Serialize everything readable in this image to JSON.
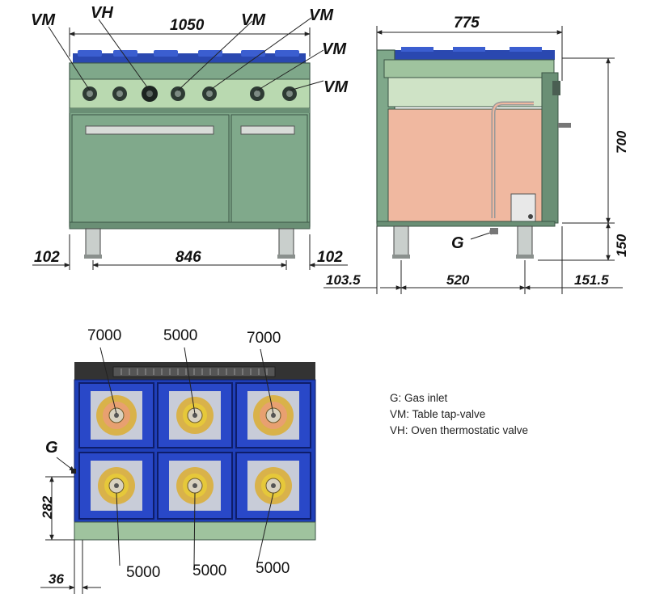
{
  "front_view": {
    "dimensions": {
      "width": "1050",
      "inner_width": "846",
      "left_offset": "102",
      "right_offset": "102"
    },
    "labels": [
      "VM",
      "VH",
      "VM",
      "VM",
      "VM",
      "VM"
    ]
  },
  "side_view": {
    "dimensions": {
      "depth": "775",
      "height": "700",
      "leg_height": "150",
      "left_offset": "103.5",
      "base": "520",
      "right_offset": "151.5"
    },
    "gas_label": "G"
  },
  "top_view": {
    "burners_top": [
      "7000",
      "5000",
      "7000"
    ],
    "burners_bottom": [
      "5000",
      "5000",
      "5000"
    ],
    "gas_label": "G",
    "dim_depth": "282",
    "dim_offset": "36"
  },
  "legend": {
    "items": [
      "G: Gas inlet",
      "VM: Table tap-valve",
      "VH: Oven thermostatic valve"
    ]
  },
  "colors": {
    "body_green": "#7fa88a",
    "panel_green": "#b9d9b0",
    "oven_interior": "#f0b8a0",
    "burner_blue": "#1f3fb8",
    "burner_yellow": "#e6c83a",
    "burner_orange": "#e8a070"
  }
}
